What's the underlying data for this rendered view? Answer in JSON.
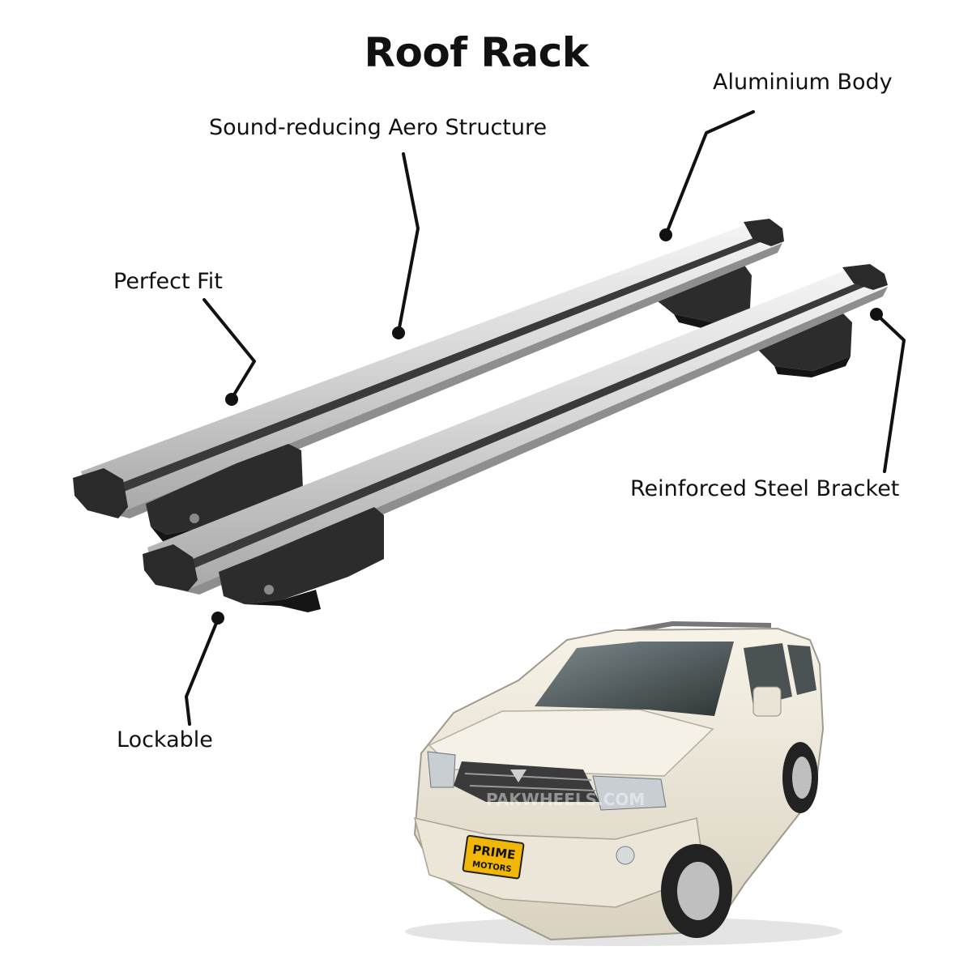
{
  "title": "Roof Rack",
  "features": {
    "sound": "Sound-reducing Aero Structure",
    "aluminium": "Aluminium Body",
    "fit": "Perfect Fit",
    "steel": "Reinforced Steel Bracket",
    "lock": "Lockable"
  },
  "car": {
    "plate_line1": "PRIME",
    "plate_line2": "MOTORS",
    "watermark": "PAKWHEELS.COM"
  },
  "colors": {
    "text": "#111111",
    "bar_silver": "#d9d9d9",
    "rubber_black": "#2a2a2a",
    "car_body": "#f1ecdf",
    "plate_yellow": "#f2b705"
  }
}
